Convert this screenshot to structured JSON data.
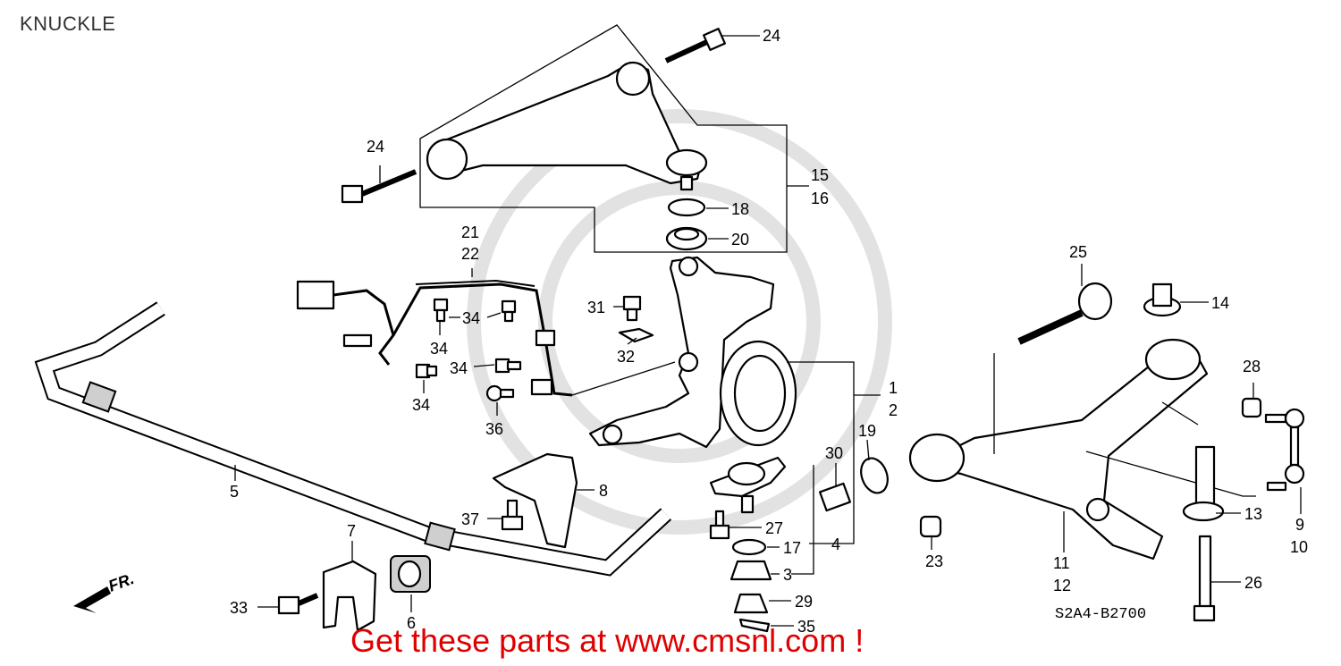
{
  "title": "KNUCKLE",
  "diagram_code": "S2A4-B2700",
  "promo": "Get these parts at www.cmsnl.com !",
  "direction_label": "FR.",
  "callouts": {
    "c1": "1",
    "c2": "2",
    "c3": "3",
    "c4": "4",
    "c5": "5",
    "c6": "6",
    "c7": "7",
    "c8": "8",
    "c9": "9",
    "c10": "10",
    "c11": "11",
    "c12": "12",
    "c13": "13",
    "c14": "14",
    "c15": "15",
    "c16": "16",
    "c17": "17",
    "c18": "18",
    "c19": "19",
    "c20": "20",
    "c21": "21",
    "c22": "22",
    "c23": "23",
    "c24": "24",
    "c25": "25",
    "c26": "26",
    "c27": "27",
    "c28": "28",
    "c29": "29",
    "c30": "30",
    "c31": "31",
    "c32": "32",
    "c33": "33",
    "c34": "34",
    "c35": "35",
    "c36": "36",
    "c37": "37"
  }
}
